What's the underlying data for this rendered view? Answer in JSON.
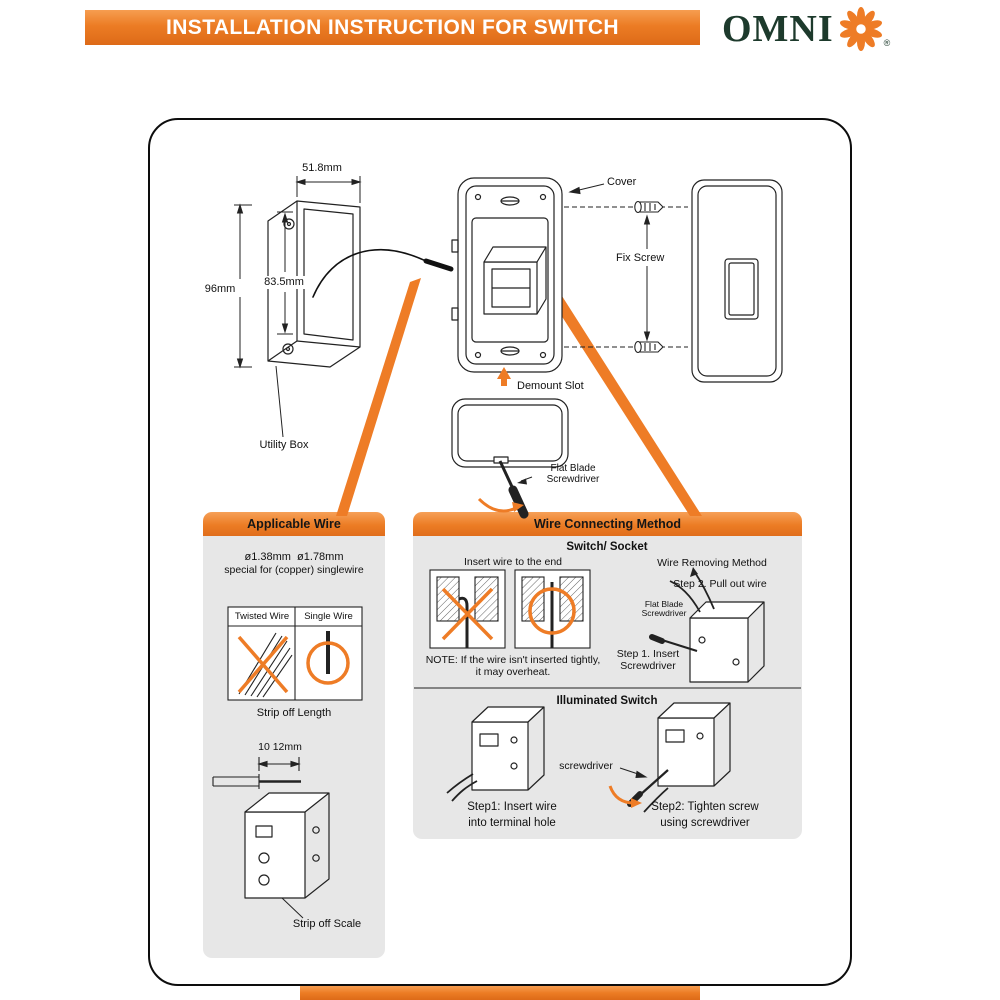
{
  "header": {
    "title": "INSTALLATION INSTRUCTION FOR SWITCH",
    "brand": "OMNI",
    "registered": "®"
  },
  "colors": {
    "accent": "#EE7C26",
    "panel_bg": "#E7E7E7"
  },
  "exploded_view": {
    "dim_width": "51.8mm",
    "dim_height": "96mm",
    "dim_inner": "83.5mm",
    "utility_box": "Utility Box",
    "cover": "Cover",
    "fix_screw": "Fix Screw",
    "demount_slot": "Demount Slot",
    "flat_blade_line1": "Flat Blade",
    "flat_blade_line2": "Screwdriver"
  },
  "applicable_wire": {
    "title": "Applicable Wire",
    "spec_line1": "ø1.38mm  ø1.78mm",
    "spec_line2": "special for (copper) singlewire",
    "twisted_wire": "Twisted Wire",
    "single_wire": "Single Wire",
    "strip_off_length": "Strip off Length",
    "strip_dimension": "10 12mm",
    "strip_off_scale": "Strip off Scale"
  },
  "wire_connecting": {
    "title": "Wire Connecting Method",
    "switch_socket": "Switch/ Socket",
    "insert_wire": "Insert wire to the end",
    "note_line1": "NOTE: If the wire isn't inserted tightly,",
    "note_line2": "it may overheat.",
    "wire_removing": "Wire Removing Method",
    "step2_pull": "Step 2. Pull out wire",
    "flat_blade_line1": "Flat Blade",
    "flat_blade_line2": "Screwdriver",
    "step1_insert_line1": "Step 1. Insert",
    "step1_insert_line2": "Screwdriver",
    "illuminated": "Illuminated Switch",
    "screwdriver": "screwdriver",
    "step1_line1": "Step1: Insert wire",
    "step1_line2": "into terminal hole",
    "step2_line1": "Step2: Tighten screw",
    "step2_line2": "using screwdriver"
  }
}
